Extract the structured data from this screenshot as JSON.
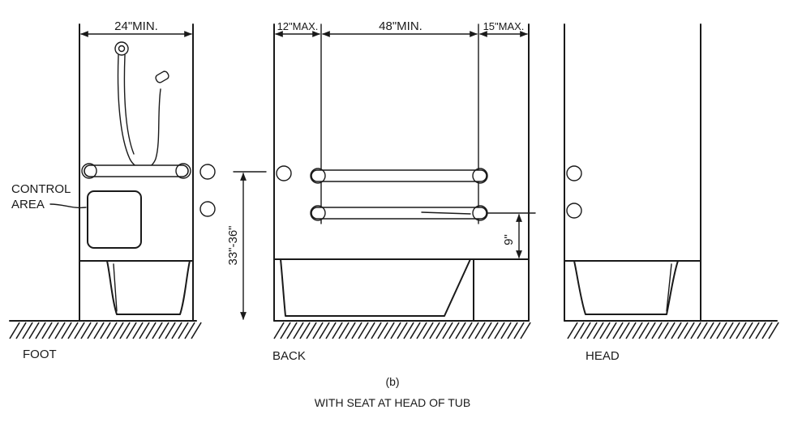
{
  "figure": {
    "views": [
      {
        "label": "FOOT"
      },
      {
        "label": "BACK"
      },
      {
        "label": "HEAD"
      }
    ],
    "control_area_label": [
      "CONTROL",
      "AREA"
    ],
    "dimensions": {
      "foot_width": "24\"MIN.",
      "back_left": "12\"MAX.",
      "back_grab_bar": "48\"MIN.",
      "back_right": "15\"MAX.",
      "grab_bar_height": "33\"-36\"",
      "lower_bar_height": "9\""
    },
    "caption": {
      "part": "(b)",
      "title": "WITH SEAT AT HEAD OF TUB"
    }
  }
}
